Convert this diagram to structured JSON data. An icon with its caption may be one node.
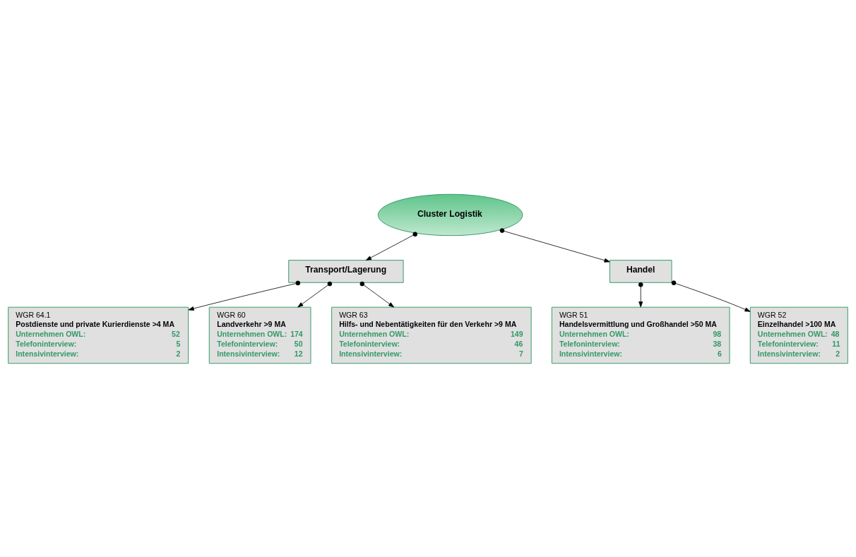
{
  "diagram": {
    "nodes": [
      {
        "text": [
          "Cluster Logistik"
        ]
      },
      {
        "text": [
          "Transport/Lagerung"
        ]
      },
      {
        "text": [
          "Handel"
        ]
      },
      {
        "text": [
          "WGR 64.1",
          "Postdienste und private Kurierdienste >4 MA",
          "Unternehmen OWL:",
          "52",
          "Telefoninterview:",
          "5",
          "Intensivinterview:",
          "2"
        ]
      },
      {
        "text": [
          "WGR 60",
          "Landverkehr >9 MA",
          "Unternehmen OWL:",
          "174",
          "Telefoninterview:",
          "50",
          "Intensivinterview:",
          "12"
        ]
      },
      {
        "text": [
          "WGR 51",
          "Handelsvermittlung und Großhandel >50 MA",
          "Unternehmen OWL:",
          "98",
          "Telefoninterview:",
          "38",
          "Intensivinterview:",
          "6"
        ]
      },
      {
        "text": [
          "WGR 63",
          "Hilfs- und Nebentätigkeiten für den Verkehr >9 MA",
          "Unternehmen OWL:",
          "149",
          "Telefoninterview:",
          "46",
          "Intensivinterview:",
          "7"
        ]
      },
      {
        "text": [
          "WGR 52",
          "Einzelhandel >100 MA",
          "Unternehmen OWL:",
          "48",
          "Telefoninterview:",
          "11",
          "Intensivinterview:",
          "2"
        ]
      }
    ],
    "edges": [
      {
        "from": 0,
        "to": 2,
        "arrow": "to"
      },
      {
        "from": 0,
        "to": 1,
        "arrow": "to"
      },
      {
        "from": 2,
        "to": 5,
        "arrow": "to"
      },
      {
        "from": 2,
        "to": 7,
        "arrow": "to"
      },
      {
        "from": 1,
        "to": 4,
        "arrow": "to"
      },
      {
        "from": 1,
        "to": 6,
        "arrow": "to"
      },
      {
        "from": 1,
        "to": 3,
        "arrow": "to"
      }
    ]
  }
}
